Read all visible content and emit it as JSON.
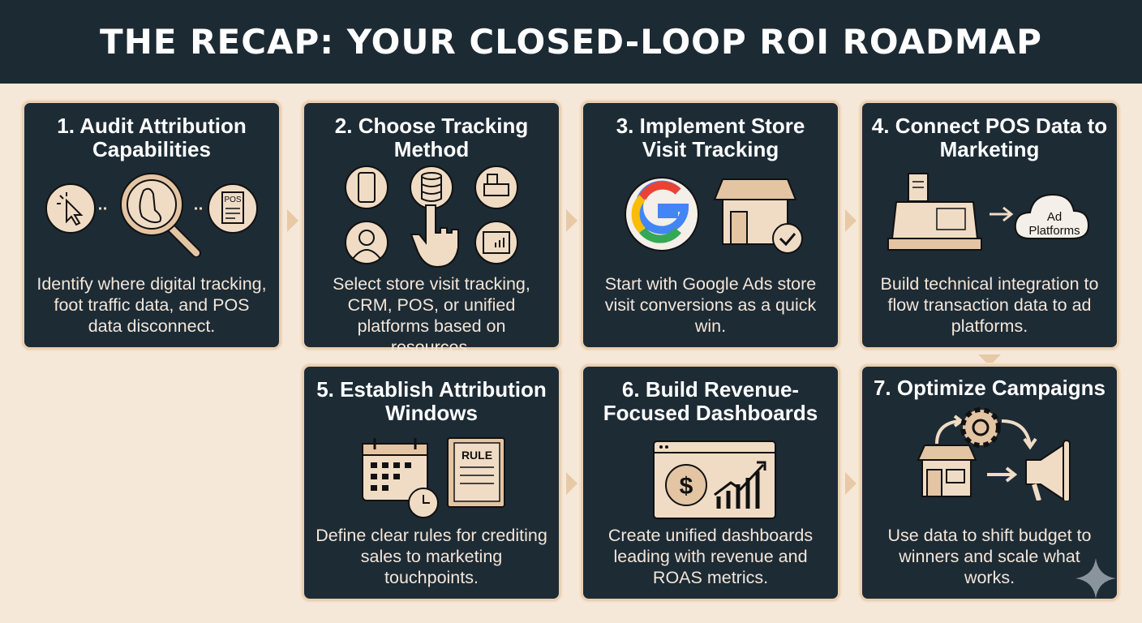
{
  "title": "THE RECAP: YOUR CLOSED-LOOP ROI ROADMAP",
  "steps": [
    {
      "title": "1. Audit Attribution Capabilities",
      "description": "Identify where digital tracking, foot traffic data, and POS data disconnect.",
      "icons": [
        "cursor-icon",
        "footprint-magnifier-icon",
        "pos-receipt-icon"
      ],
      "icon_text": "POS"
    },
    {
      "title": "2. Choose Tracking Method",
      "description": "Select store visit tracking, CRM, POS, or unified platforms based on resources.",
      "icons": [
        "phone-icon",
        "database-icon",
        "cash-register-icon",
        "person-icon",
        "pointing-hand-icon",
        "dashboard-icon"
      ]
    },
    {
      "title": "3. Implement Store Visit Tracking",
      "description": "Start with Google Ads store visit conversions as a quick win.",
      "icons": [
        "google-icon",
        "store-check-icon"
      ]
    },
    {
      "title": "4. Connect POS Data to Marketing",
      "description": "Build technical integration to flow transaction data to ad platforms.",
      "icons": [
        "cash-register-icon",
        "arrow-right-icon",
        "cloud-icon"
      ],
      "icon_text": "Ad Platforms"
    },
    {
      "title": "5. Establish Attribution Windows",
      "description": "Define clear rules for crediting sales to marketing touchpoints.",
      "icons": [
        "calendar-clock-icon",
        "rule-book-icon"
      ],
      "icon_text": "RULE"
    },
    {
      "title": "6. Build Revenue-Focused Dashboards",
      "description": "Create unified dashboards leading with revenue and ROAS metrics.",
      "icons": [
        "dollar-dashboard-icon",
        "growth-chart-icon"
      ]
    },
    {
      "title": "7. Optimize Campaigns",
      "description": "Use data to shift budget to winners and scale what works.",
      "icons": [
        "store-icon",
        "gear-icon",
        "megaphone-icon"
      ]
    }
  ],
  "colors": {
    "header": "#1c2a33",
    "card": "#1d2b35",
    "background": "#f6e8d9",
    "accent": "#e8c9a6"
  }
}
